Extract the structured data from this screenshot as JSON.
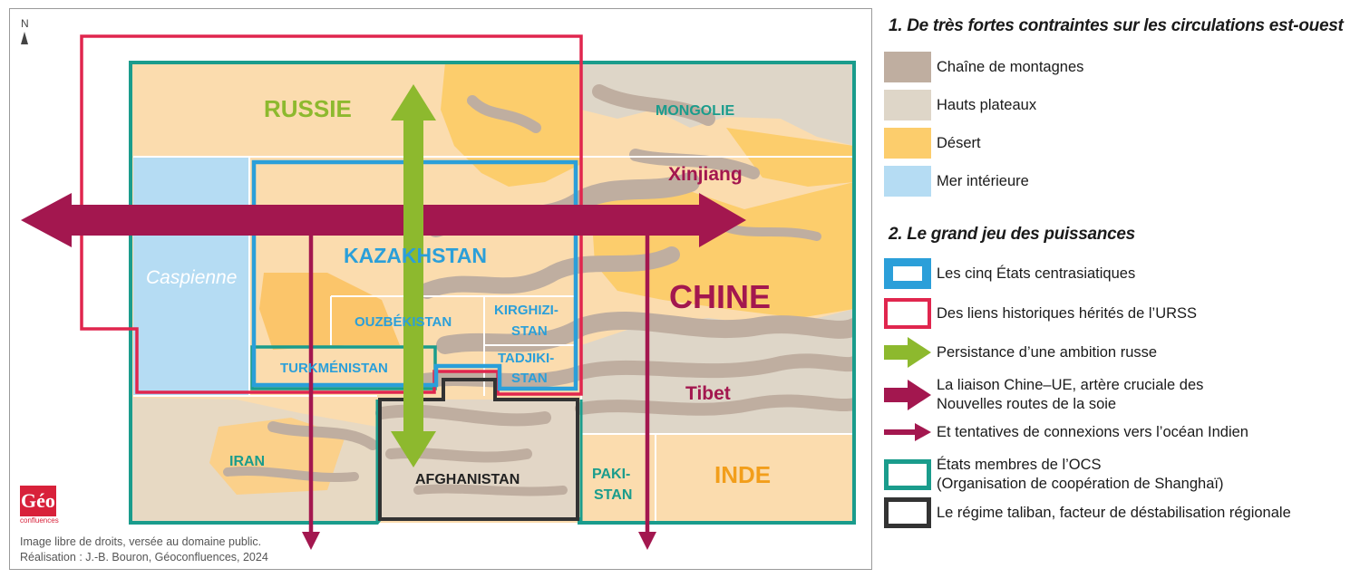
{
  "legend": {
    "section1_title": "1. De très fortes contraintes sur les circulations est-ouest",
    "section2_title": "2. Le grand jeu des puissances",
    "items": [
      {
        "label": "Chaîne de montagnes",
        "color": "#bfaea0"
      },
      {
        "label": "Hauts plateaux",
        "color": "#ded6c8"
      },
      {
        "label": "Désert",
        "color": "#fccd6c"
      },
      {
        "label": "Mer intérieure",
        "color": "#b5dcf3"
      },
      {
        "label": "Les cinq États centrasiatiques",
        "color": "#2b9fd9"
      },
      {
        "label": "Des liens historiques hérités de l’URSS",
        "color": "#e0264e"
      },
      {
        "label": "Persistance d’une ambition russe",
        "color": "#8db92e"
      },
      {
        "label": "La liaison Chine–UE, artère cruciale des",
        "label2": "Nouvelles routes de la soie",
        "color": "#a3174f"
      },
      {
        "label": "Et tentatives de connexions vers l’océan Indien",
        "color": "#a3174f"
      },
      {
        "label": "États membres de l’OCS",
        "label2": "(Organisation de coopération de Shanghaï)",
        "color": "#1a9c8c"
      },
      {
        "label": "Le régime taliban, facteur de déstabilisation régionale",
        "color": "#333333"
      }
    ]
  },
  "map": {
    "north": "N",
    "labels": {
      "russie": "RUSSIE",
      "mongolie": "MONGOLIE",
      "xinjiang": "Xinjiang",
      "kazakhstan": "KAZAKHSTAN",
      "caspienne": "Caspienne",
      "chine": "CHINE",
      "ouzbekistan": "OUZBÉKISTAN",
      "kirghizi1": "KIRGHIZI-",
      "kirghizi2": "STAN",
      "turkmenistan": "TURKMÉNISTAN",
      "tadjiki1": "TADJIKI-",
      "tadjiki2": "STAN",
      "tibet": "Tibet",
      "iran": "IRAN",
      "afghanistan": "AFGHANISTAN",
      "paki1": "PAKI-",
      "paki2": "STAN",
      "inde": "INDE"
    }
  },
  "logo": {
    "text": "Géo",
    "sub": "confluences"
  },
  "credit": {
    "line1": "Image libre de droits, versée au domaine public.",
    "line2": "Réalisation : J.-B. Bouron, Géoconfluences, 2024"
  }
}
